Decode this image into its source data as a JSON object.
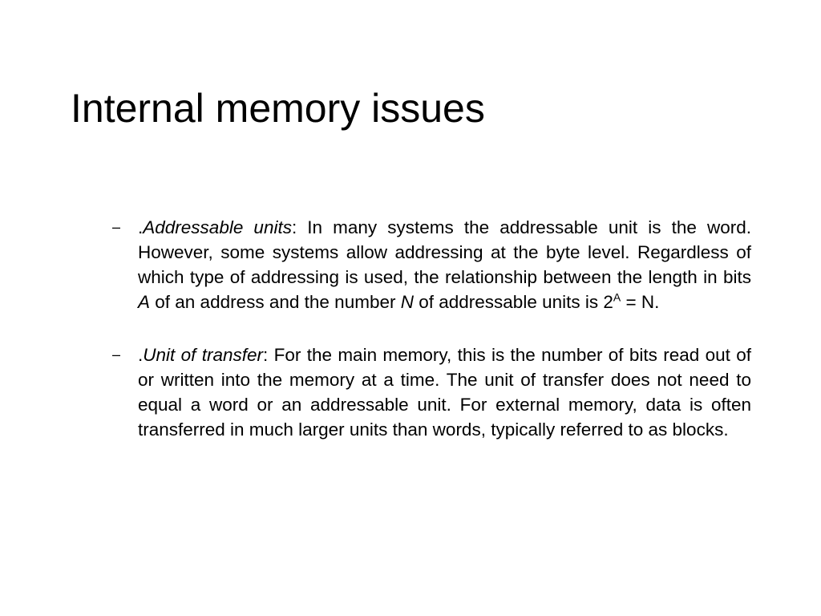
{
  "slide": {
    "title": "Internal memory issues",
    "bullets": [
      {
        "dash": "–",
        "prefix": ".",
        "term": "Addressable units",
        "text_1": ":  In many systems the addressable unit is the word.  However, some systems allow addressing at the byte level.  Regardless of which type of addressing is used, the relationship between the length in bits ",
        "var_a": "A",
        "text_2": " of an address and the number ",
        "var_n": "N",
        "text_3": " of addressable units is 2",
        "superscript": "A",
        "text_4": " = N."
      },
      {
        "dash": "–",
        "prefix": ".",
        "term": "Unit of transfer",
        "text_1": ":  For the main memory, this is the number of bits read out of or written into the memory at a time.  The unit of transfer does not need to equal a word or an addressable unit.  For external memory, data is often transferred in much larger units than words, typically referred to as blocks."
      }
    ]
  }
}
